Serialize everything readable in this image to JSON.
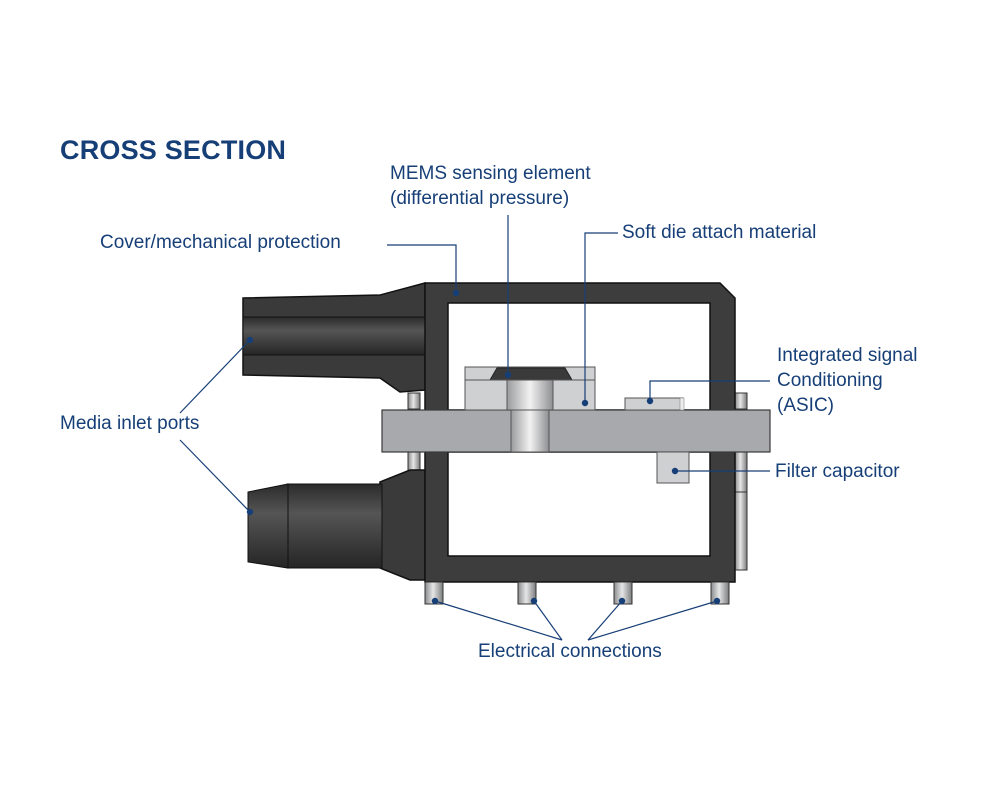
{
  "title": "CROSS SECTION",
  "labels": {
    "mems_line1": "MEMS sensing element",
    "mems_line2": "(differential pressure)",
    "soft_die": "Soft die attach material",
    "cover": "Cover/mechanical protection",
    "asic_line1": "Integrated signal",
    "asic_line2": "Conditioning",
    "asic_line3": "(ASIC)",
    "media": "Media inlet ports",
    "filter": "Filter capacitor",
    "electrical": "Electrical connections"
  },
  "colors": {
    "label_text": "#173f77",
    "leader_line": "#173f77",
    "housing": "#3d3d3d",
    "housing_outline": "#111111",
    "pcb": "#a7a9ac",
    "component": "#cfd0d2"
  }
}
